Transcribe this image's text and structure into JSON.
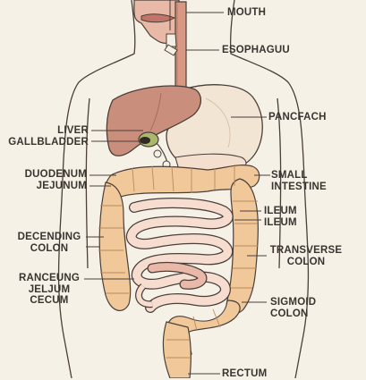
{
  "labels": {
    "mouth": "MOUTH",
    "esophagus": "ESOPHAGUU",
    "liver": "LIVER",
    "gallbladder": "GALLBLADDER",
    "pancreas": "PANCFACH",
    "duodenum": "DUODENUM",
    "jejunum": "JEJUNUM",
    "small_intestine_1": "SMALL",
    "small_intestine_2": "INTESTINE",
    "ileum_1": "ILEUM",
    "ileum_2": "ILEUM",
    "descending_1": "DECENDING",
    "descending_2": "COLON",
    "transverse_1": "TRANSVERSE",
    "transverse_2": "COLON",
    "ranceung_1": "RANCEUNG",
    "ranceung_2": "JELJUM",
    "ranceung_3": "CECUM",
    "sigmoid_1": "SIGMOID",
    "sigmoid_2": "COLON",
    "rectum": "RECTUM"
  },
  "colors": {
    "background": "#f6f1e6",
    "outline": "#4a3f39",
    "liver": "#c98f7c",
    "stomach": "#f3e5d4",
    "large_intestine": "#f0c89a",
    "small_intestine": "#f7dcd0",
    "small_intestine_dark": "#e9b8a8",
    "esophagus": "#d99884",
    "gallbladder": "#a9b86a",
    "body_fill": "#f6f1e6"
  }
}
